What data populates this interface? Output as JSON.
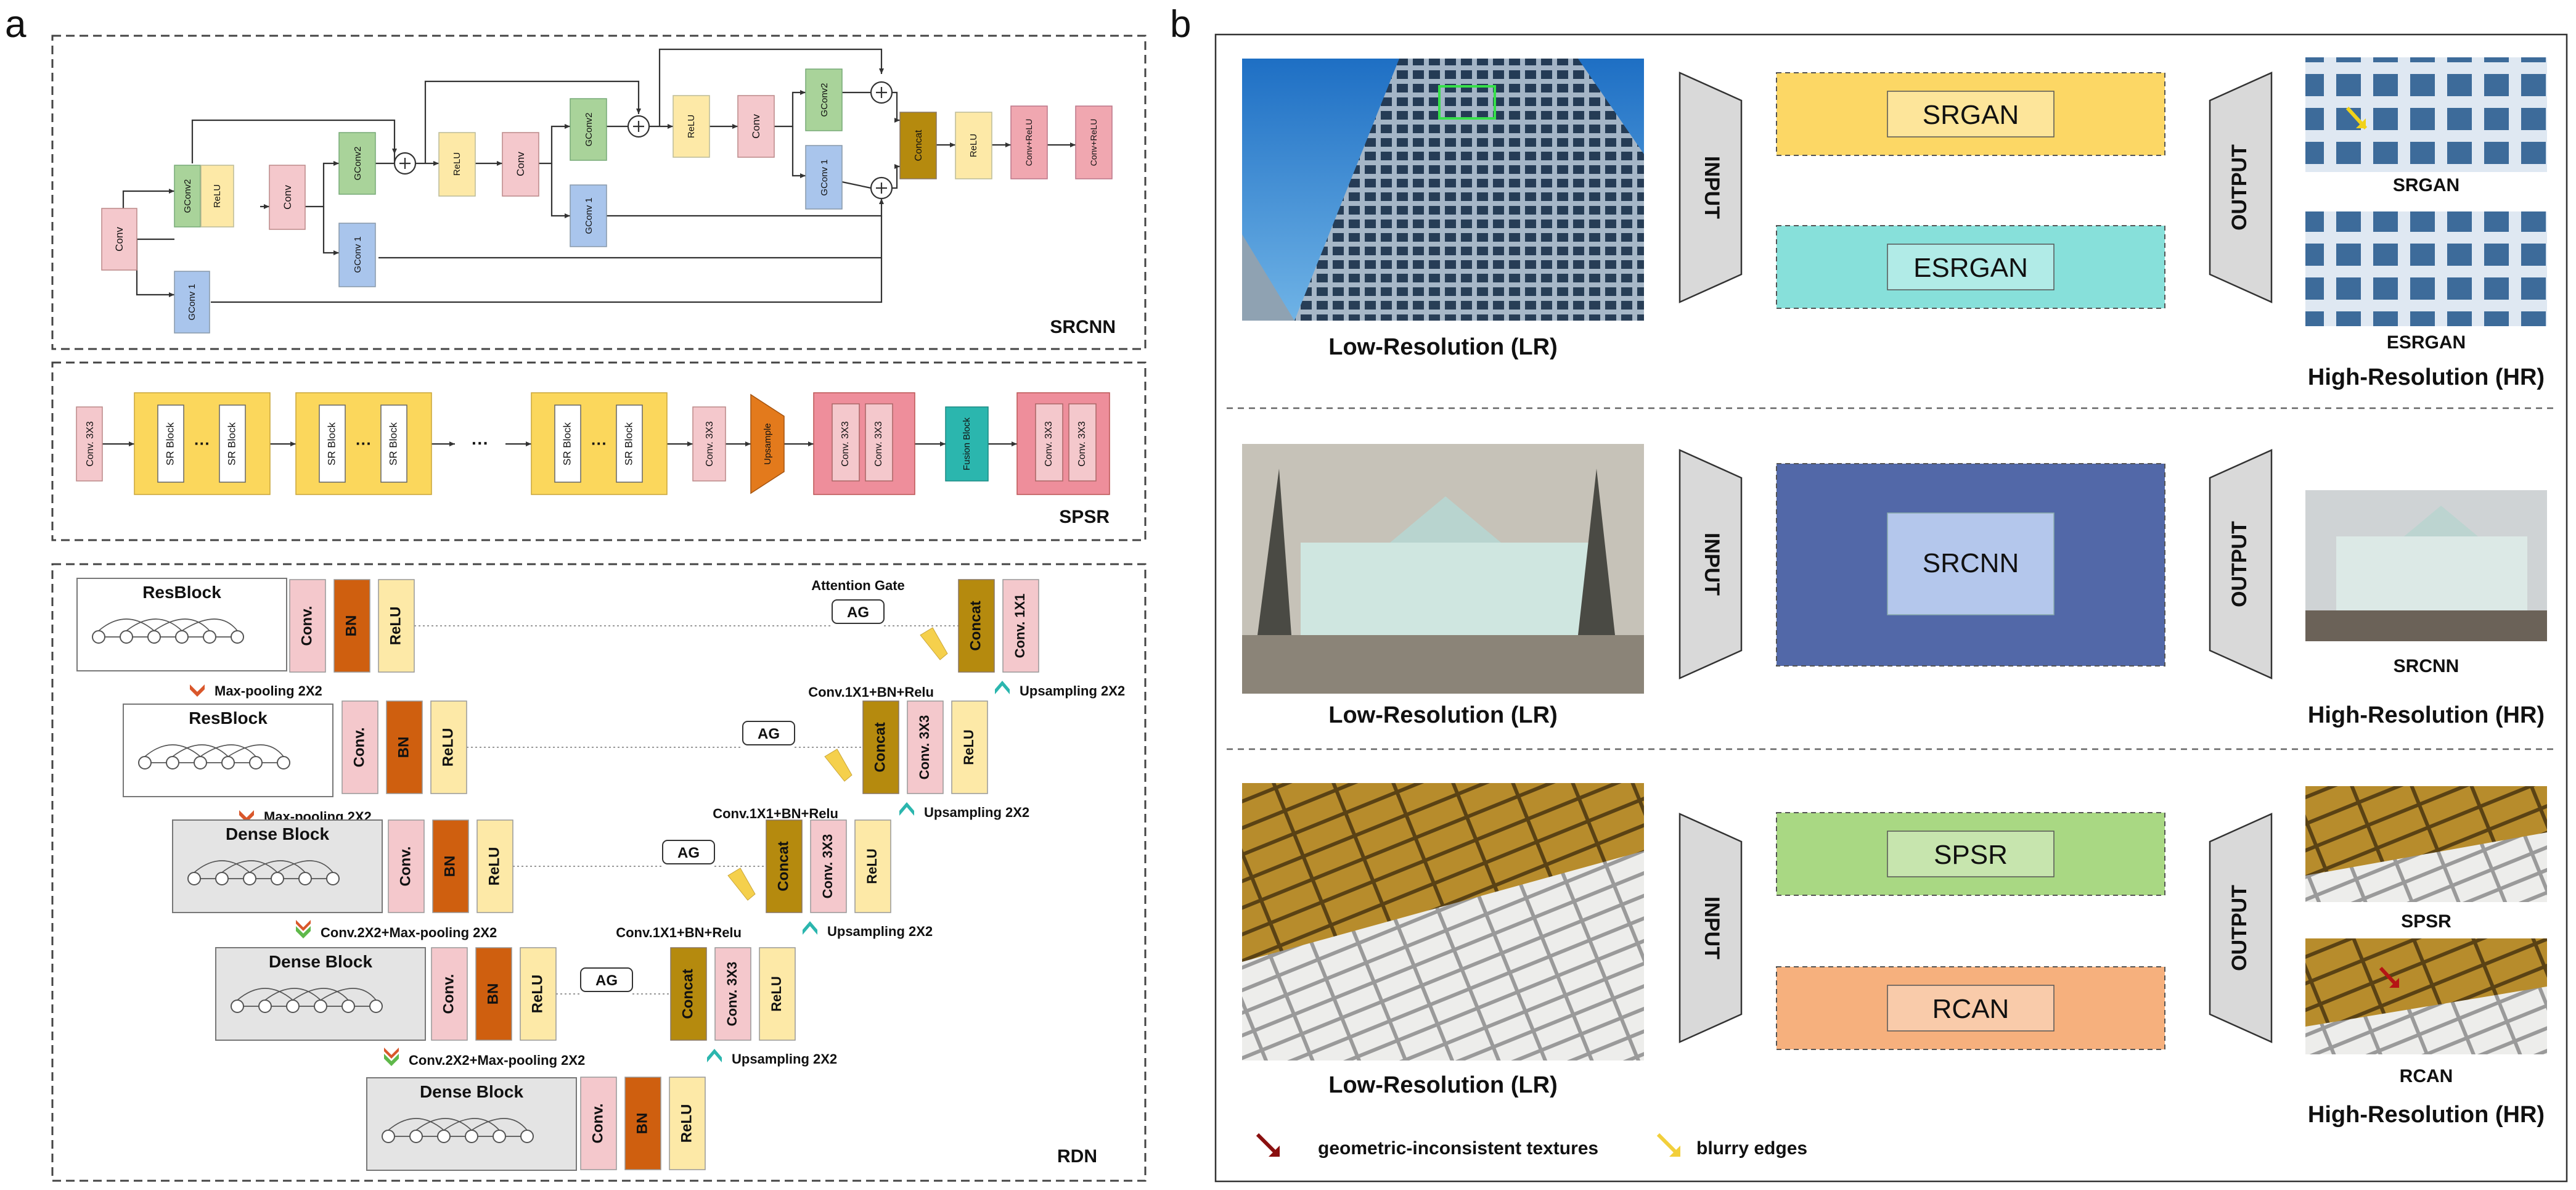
{
  "panel_labels": {
    "a": "a",
    "b": "b"
  },
  "srcnn": {
    "title": "SRCNN",
    "conv": "Conv",
    "gconv2": "GConv2",
    "gconv1": "GConv 1",
    "relu": "ReLU",
    "concat": "Concat",
    "conv_relu": "Conv+ReLU"
  },
  "spsr": {
    "title": "SPSR",
    "conv3x3": "Conv. 3X3",
    "sr_block": "SR Block",
    "dots": "···",
    "upsample": "Upsample",
    "fusion_block": "Fusion Block"
  },
  "rdn": {
    "title": "RDN",
    "resblock": "ResBlock",
    "dense_block": "Dense Block",
    "conv": "Conv.",
    "bn": "BN",
    "relu": "ReLU",
    "concat": "Concat",
    "conv1x1": "Conv. 1X1",
    "conv3x3": "Conv. 3X3",
    "ag": "AG",
    "attention_gate": "Attention Gate",
    "maxpool": "Max-pooling 2X2",
    "conv_maxpool": "Conv.2X2+Max-pooling 2X2",
    "upsampling": "Upsampling 2X2",
    "conv_bn_relu": "Conv.1X1+BN+Relu"
  },
  "panel_b": {
    "input": "INPUT",
    "output": "OUTPUT",
    "low_res": "Low-Resolution (LR)",
    "high_res": "High-Resolution (HR)",
    "models": {
      "srgan": "SRGAN",
      "esrgan": "ESRGAN",
      "srcnn": "SRCNN",
      "spsr": "SPSR",
      "rcan": "RCAN"
    },
    "legend": {
      "red_arrow": "geometric-inconsistent textures",
      "yellow_arrow": "blurry edges"
    }
  },
  "colors": {
    "conv_pink": "#f4c8cc",
    "gconv2_green": "#a9d39a",
    "gconv1_blue": "#a9c5ec",
    "relu_yellow": "#fde9a7",
    "concat_gold": "#b58a0e",
    "convrelu_red": "#f0a7b0",
    "sr_yellow": "#fbd75c",
    "spsr_pink": "#ee8e9b",
    "upsample_orange": "#e37a1c",
    "fusion_teal": "#2bb6ae",
    "bn_orange": "#cf5f0f",
    "srgan_yellow": "#fcd765",
    "esrgan_teal": "#87e0da",
    "srcnn_blue": "#5268a8",
    "spsr_green": "#a9d883",
    "rcan_orange": "#f6b07d"
  }
}
